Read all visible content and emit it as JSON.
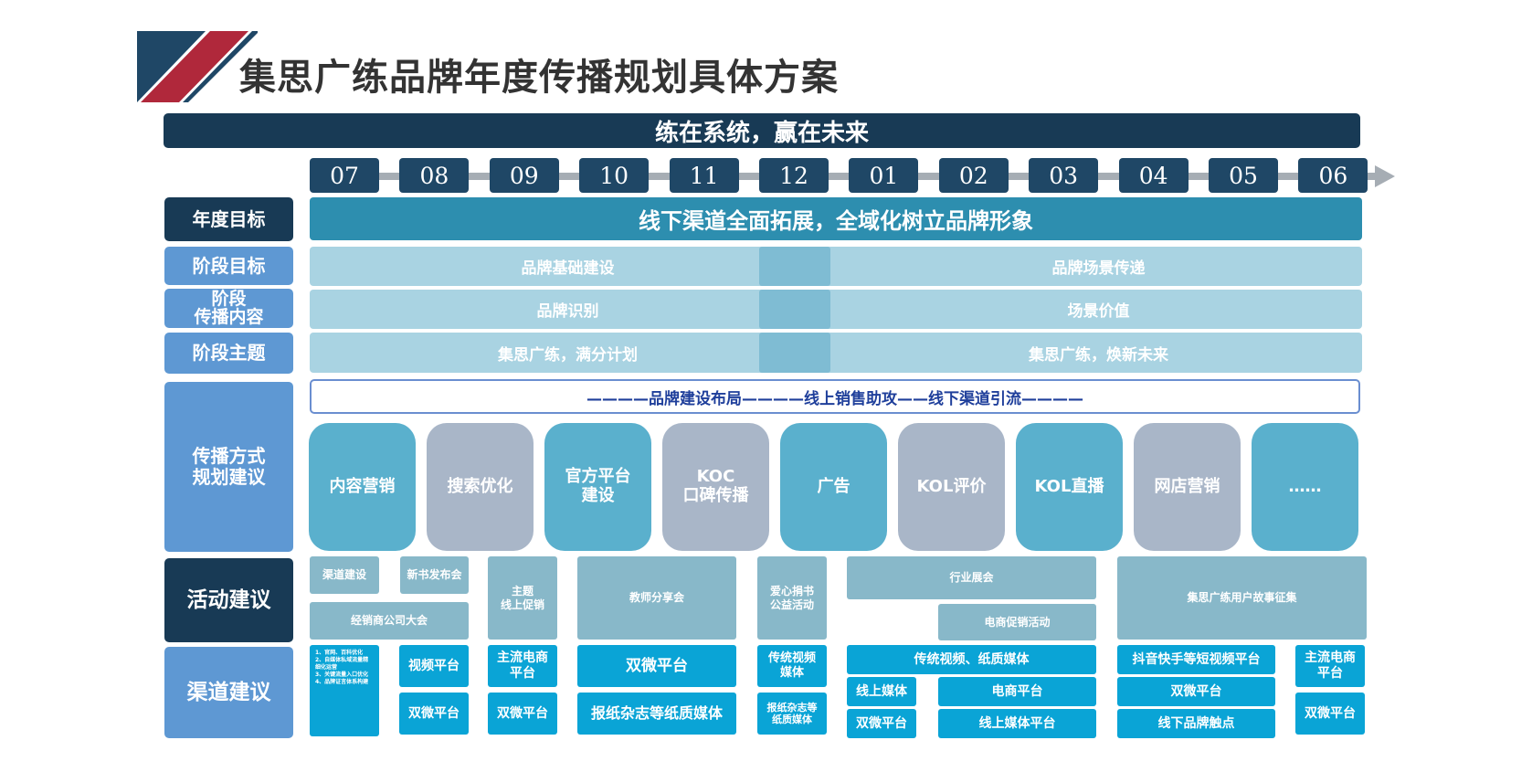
{
  "title": "集思广练品牌年度传播规划具体方案",
  "banner": "练在系统，赢在未来",
  "months": [
    "07",
    "08",
    "09",
    "10",
    "11",
    "12",
    "01",
    "02",
    "03",
    "04",
    "05",
    "06"
  ],
  "row_labels": {
    "annual_goal": "年度目标",
    "stage_goal": "阶段目标",
    "stage_content": "阶段\n传播内容",
    "stage_theme": "阶段主题",
    "methods": "传播方式\n规划建议",
    "activities": "活动建议",
    "channels": "渠道建议"
  },
  "annual_goal_text": "线下渠道全面拓展，全域化树立品牌形象",
  "stage_goals": [
    "品牌基础建设",
    "品牌场景传递"
  ],
  "stage_contents": [
    "品牌识别",
    "场景价值"
  ],
  "stage_themes": [
    "集思广练，满分计划",
    "集思广练，焕新未来"
  ],
  "route_text": "————品牌建设布局————线上销售助攻——线下渠道引流————",
  "methods": [
    "内容营销",
    "搜索优化",
    "官方平台\n建设",
    "KOC\n口碑传播",
    "广告",
    "KOL评价",
    "KOL直播",
    "网店营销",
    "……"
  ],
  "activities": [
    "渠道建设",
    "新书发布会",
    "经销商公司大会",
    "主题\n线上促销",
    "教师分享会",
    "爱心捐书\n公益活动",
    "行业展会",
    "电商促销活动",
    "集思广练用户故事征集"
  ],
  "channels": {
    "small_list": "1、官网、百科优化\n2、自媒体私域流量精细化运营\n3、关键流量入口优化\n4、品牌证言体系构建",
    "video_platform": "视频平台",
    "shuangwei_1": "双微平台",
    "ecommerce_main_1": "主流电商\n平台",
    "shuangwei_2": "双微平台",
    "shuangwei_big": "双微平台",
    "newspaper_paper": "报纸杂志等纸质媒体",
    "traditional_video": "传统视频\n媒体",
    "newspaper_small": "报纸杂志等\n纸质媒体",
    "trad_video_paper": "传统视频、纸质媒体",
    "online_media": "线上媒体",
    "ecommerce_platform": "电商平台",
    "shuangwei_3": "双微平台",
    "online_media_platform": "线上媒体平台",
    "douyin_kuaishou": "抖音快手等短视频平台",
    "shuangwei_4": "双微平台",
    "offline_touch": "线下品牌触点",
    "ecommerce_main_2": "主流电商\n平台",
    "shuangwei_5": "双微平台"
  },
  "colors": {
    "dark_navy": "#183a55",
    "accent_red": "#b0283b",
    "teal": "#2d8eaf",
    "light_blue": "#a9d3e2",
    "cyan": "#0aa4d6",
    "mid_blue": "#5e98d3"
  }
}
